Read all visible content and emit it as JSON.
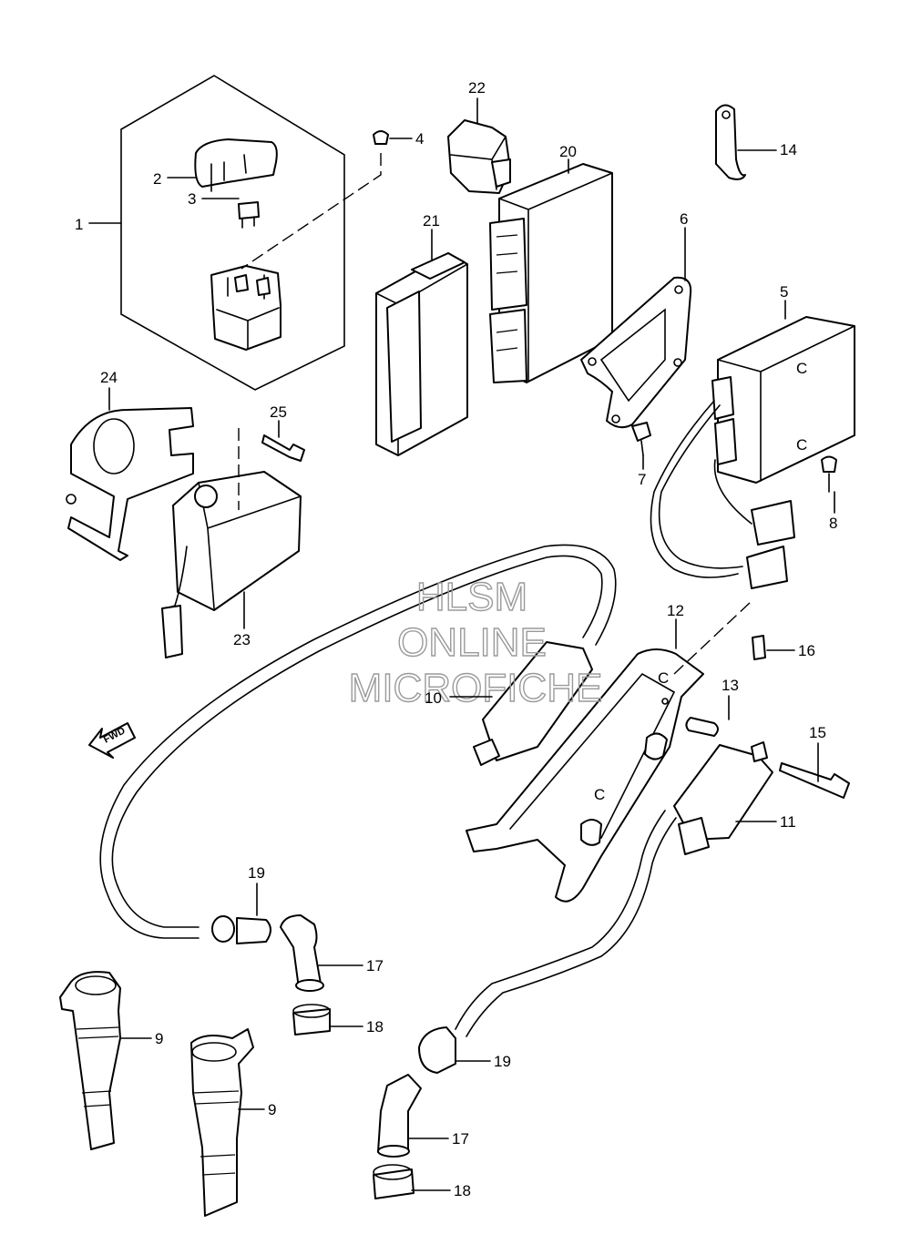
{
  "watermark": {
    "line1": "HLSM",
    "line2": "ONLINE",
    "line3": "MICROFICHE"
  },
  "direction_label": "FWD",
  "callouts": {
    "c1": "1",
    "c2": "2",
    "c3": "3",
    "c4": "4",
    "c5": "5",
    "c6": "6",
    "c7": "7",
    "c8": "8",
    "c9a": "9",
    "c9b": "9",
    "c10": "10",
    "c11": "11",
    "c12": "12",
    "c13": "13",
    "c14": "14",
    "c15": "15",
    "c16": "16",
    "c17a": "17",
    "c17b": "17",
    "c18a": "18",
    "c18b": "18",
    "c19a": "19",
    "c19b": "19",
    "c20": "20",
    "c21": "21",
    "c22": "22",
    "c23": "23",
    "c24": "24",
    "c25": "25"
  },
  "part_marks": {
    "ecm_c1": "C",
    "ecm_c2": "C",
    "bracket_c1": "C",
    "bracket_c2": "C"
  }
}
